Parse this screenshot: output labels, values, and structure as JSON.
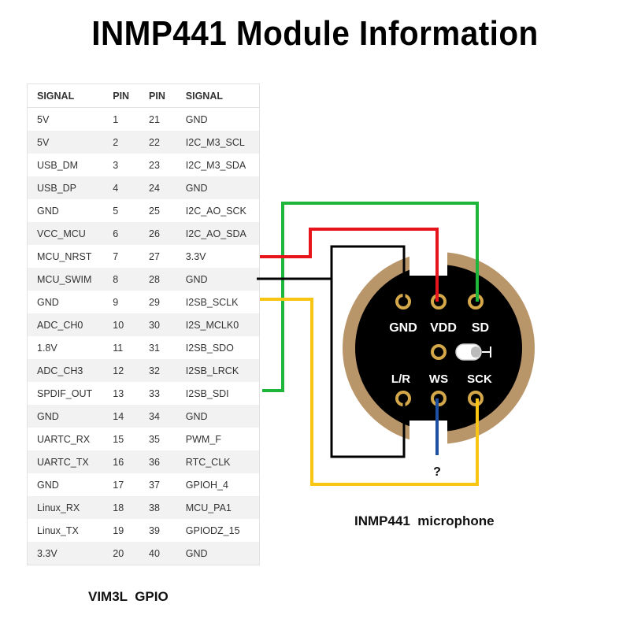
{
  "title": "INMP441 Module Information",
  "gpio_table": {
    "headers": [
      "SIGNAL",
      "PIN",
      "PIN",
      "SIGNAL"
    ],
    "rows": [
      [
        "5V",
        "1",
        "21",
        "GND"
      ],
      [
        "5V",
        "2",
        "22",
        "I2C_M3_SCL"
      ],
      [
        "USB_DM",
        "3",
        "23",
        "I2C_M3_SDA"
      ],
      [
        "USB_DP",
        "4",
        "24",
        "GND"
      ],
      [
        "GND",
        "5",
        "25",
        "I2C_AO_SCK"
      ],
      [
        "VCC_MCU",
        "6",
        "26",
        "I2C_AO_SDA"
      ],
      [
        "MCU_NRST",
        "7",
        "27",
        "3.3V"
      ],
      [
        "MCU_SWIM",
        "8",
        "28",
        "GND"
      ],
      [
        "GND",
        "9",
        "29",
        "I2SB_SCLK"
      ],
      [
        "ADC_CH0",
        "10",
        "30",
        "I2S_MCLK0"
      ],
      [
        "1.8V",
        "11",
        "31",
        "I2SB_SDO"
      ],
      [
        "ADC_CH3",
        "12",
        "32",
        "I2SB_LRCK"
      ],
      [
        "SPDIF_OUT",
        "13",
        "33",
        "I2SB_SDI"
      ],
      [
        "GND",
        "14",
        "34",
        "GND"
      ],
      [
        "UARTC_RX",
        "15",
        "35",
        "PWM_F"
      ],
      [
        "UARTC_TX",
        "16",
        "36",
        "RTC_CLK"
      ],
      [
        "GND",
        "17",
        "37",
        "GPIOH_4"
      ],
      [
        "Linux_RX",
        "18",
        "38",
        "MCU_PA1"
      ],
      [
        "Linux_TX",
        "19",
        "39",
        "GPIODZ_15"
      ],
      [
        "3.3V",
        "20",
        "40",
        "GND"
      ]
    ]
  },
  "mic": {
    "pins": {
      "gnd": "GND",
      "vdd": "VDD",
      "sd": "SD",
      "lr": "L/R",
      "ws": "WS",
      "sck": "SCK"
    },
    "ws_note": "?",
    "label": "INMP441  microphone"
  },
  "gpio_label": "VIM3L  GPIO",
  "colors": {
    "board_ring": "#b9966a",
    "board_center": "#000000",
    "wire_green": "#1db53a",
    "wire_red": "#e8141b",
    "wire_black": "#000000",
    "wire_yellow": "#f7c512",
    "wire_blue": "#1f4fa3",
    "pad_gold": "#d4a84a"
  }
}
